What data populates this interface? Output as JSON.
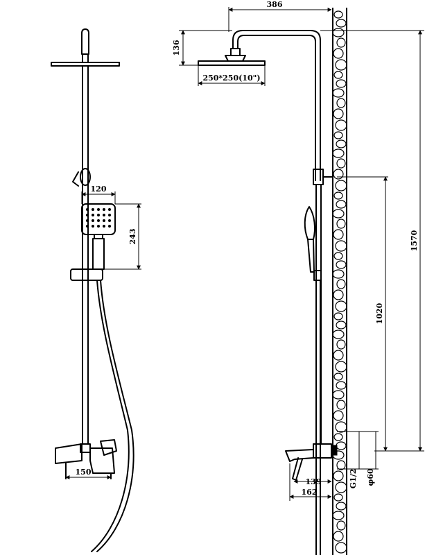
{
  "drawing": {
    "dimensions": {
      "arm_reach": "386",
      "head_height": "136",
      "head_size": "250*250(10\")",
      "hand_shower_width": "120",
      "hand_shower_length": "243",
      "mixer_width": "150",
      "total_height": "1570",
      "bracket_height": "1020",
      "connection_thread": "G1/2",
      "flange_diameter": "φ60",
      "spout_reach_short": "139",
      "spout_reach_long": "162"
    },
    "colors": {
      "line": "#000000",
      "background": "#ffffff"
    }
  }
}
